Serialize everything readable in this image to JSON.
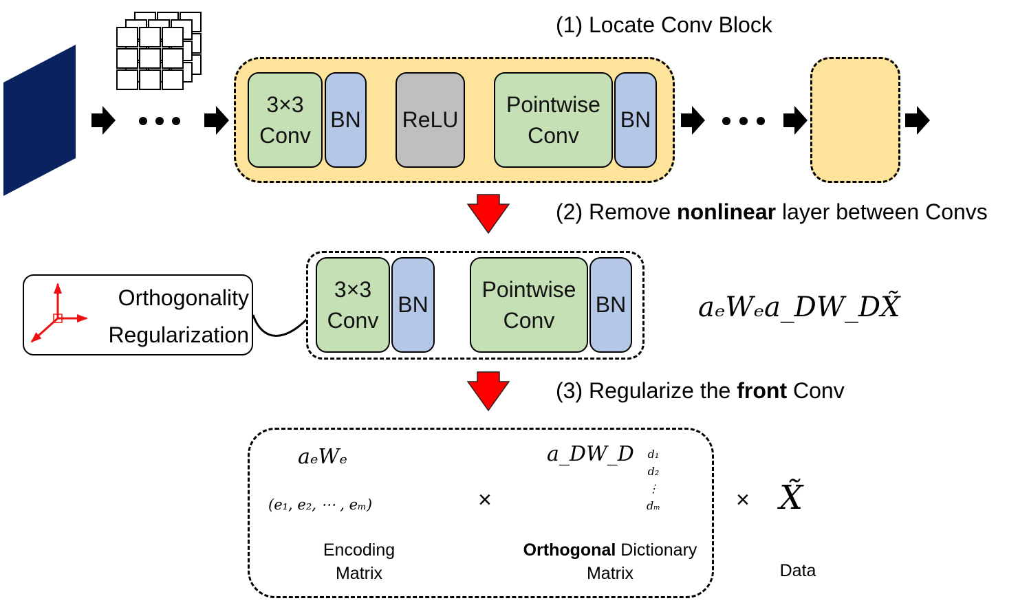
{
  "steps": {
    "s1": "(1) Locate Conv Block",
    "s2_pre": "(2) Remove ",
    "s2_bold": "nonlinear",
    "s2_post": " layer between Convs",
    "s3_pre": "(3) Regularize the ",
    "s3_bold": "front",
    "s3_post": " Conv"
  },
  "block_top": {
    "conv_line1": "3×3",
    "conv_line2": "Conv",
    "bn1": "BN",
    "relu": "ReLU",
    "pw_line1": "Pointwise",
    "pw_line2": "Conv",
    "bn2": "BN"
  },
  "block_mid": {
    "conv_line1": "3×3",
    "conv_line2": "Conv",
    "bn1": "BN",
    "pw_line1": "Pointwise",
    "pw_line2": "Conv",
    "bn2": "BN"
  },
  "regularizer": {
    "line1": "Orthogonality",
    "line2": "Regularization"
  },
  "formula_mid": "aₑWₑa_DW_DX̃",
  "bottom": {
    "enc_formula": "aₑWₑ",
    "enc_vector": "(e₁, e₂, ⋯ , eₘ)",
    "enc_caption_line1": "Encoding",
    "enc_caption_line2": "Matrix",
    "times": "×",
    "dict_formula": "a_DW_D",
    "dict_caption_bold": "Orthogonal",
    "dict_caption_rest": " Dictionary",
    "dict_caption_line2": "Matrix",
    "dict_vector": [
      "d₁",
      "d₂",
      "⋮",
      "dₘ"
    ],
    "data_symbol": "X̃",
    "data_caption": "Data"
  },
  "colors": {
    "block_fill": "#fde49a",
    "conv_green": "#c5e0b4",
    "bn_blue": "#b4c7e7",
    "relu_gray": "#bfbfbf",
    "input_navy": "#0b2260",
    "down_arrow_red": "#ff0000",
    "axis_red": "#ee1111",
    "enc_cell_green": "#70ad47",
    "enc_cell_blue": "#8faadc",
    "enc_cell_orange": "#f4b183",
    "dict_row_blue": "#8faadc",
    "dict_row_yellow": "#ffd966",
    "dict_row_green": "#70ad47"
  },
  "icons": [
    "input-feature-map",
    "voxel-cube-icon",
    "right-arrow-icon",
    "ellipsis-icon",
    "red-down-arrow-icon",
    "axes-icon",
    "curved-connector-arrow"
  ]
}
